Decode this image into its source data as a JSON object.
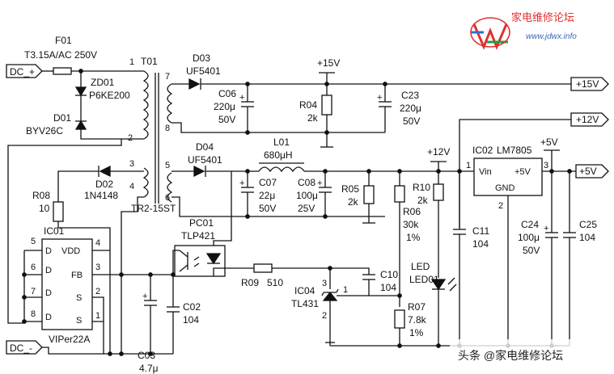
{
  "watermark": {
    "site_name": "家电维修论坛",
    "site_url": "www.jdwx.info",
    "bottom_credit": "头条 @家电维修论坛"
  },
  "terminals": {
    "dc_plus": "DC_+",
    "dc_minus": "DC_-",
    "out_15v": "+15V",
    "out_12v": "+12V",
    "out_5v": "+5V"
  },
  "rails": {
    "v15": "+15V",
    "v12": "+12V",
    "v5": "+5V"
  },
  "components": {
    "f01": {
      "ref": "F01",
      "value": "T3.15A/AC 250V"
    },
    "zd01": {
      "ref": "ZD01",
      "value": "P6KE200"
    },
    "d01": {
      "ref": "D01",
      "value": "BYV26C"
    },
    "t01": {
      "ref": "T01",
      "value": "TR2-15ST"
    },
    "d03": {
      "ref": "D03",
      "value": "UF5401"
    },
    "d04": {
      "ref": "D04",
      "value": "UF5401"
    },
    "d02": {
      "ref": "D02",
      "value": "1N4148"
    },
    "c06": {
      "ref": "C06",
      "value1": "220μ",
      "value2": "50V"
    },
    "r04": {
      "ref": "R04",
      "value": "2k"
    },
    "c23": {
      "ref": "C23",
      "value1": "220μ",
      "value2": "50V"
    },
    "l01": {
      "ref": "L01",
      "value": "680μH"
    },
    "c07": {
      "ref": "C07",
      "value1": "22μ",
      "value2": "50V"
    },
    "c08": {
      "ref": "C08",
      "value1": "100μ",
      "value2": "25V"
    },
    "r05": {
      "ref": "R05",
      "value": "2k"
    },
    "r10": {
      "ref": "R10",
      "value": "2k"
    },
    "r06": {
      "ref": "R06",
      "value1": "30k",
      "value2": "1%"
    },
    "r07": {
      "ref": "R07",
      "value1": "7.8k",
      "value2": "1%"
    },
    "r08": {
      "ref": "R08",
      "value": "10"
    },
    "r09": {
      "ref": "R09",
      "value": "510"
    },
    "ic01": {
      "ref": "IC01",
      "part": "VIPer22A"
    },
    "pc01": {
      "ref": "PC01",
      "part": "TLP421"
    },
    "ic02": {
      "ref": "IC02",
      "part": "LM7805"
    },
    "ic04": {
      "ref": "IC04",
      "part": "TL431"
    },
    "c02": {
      "ref": "C02",
      "value": "104"
    },
    "c03": {
      "ref": "C03",
      "value": "4.7μ"
    },
    "c10": {
      "ref": "C10",
      "value": "104"
    },
    "c11": {
      "ref": "C11",
      "value": "104"
    },
    "c24": {
      "ref": "C24",
      "value1": "100μ",
      "value2": "50V"
    },
    "c25": {
      "ref": "C25",
      "value": "104"
    },
    "led01": {
      "ref": "LED",
      "value": "LED01"
    }
  },
  "pins": {
    "ic01": {
      "d": "D",
      "vdd": "VDD",
      "fb": "FB",
      "s": "S",
      "p1": "1",
      "p2": "2",
      "p3": "3",
      "p4": "4",
      "p5": "5",
      "p6": "6",
      "p7": "7",
      "p8": "8"
    },
    "ic02": {
      "vin": "Vin",
      "out": "+5V",
      "gnd": "GND",
      "p1": "1",
      "p2": "2",
      "p3": "3"
    },
    "t01": {
      "p1": "1",
      "p2": "2",
      "p3": "3",
      "p4": "4",
      "p5": "5",
      "p6": "6",
      "p7": "7",
      "p8": "8"
    },
    "ic04": {
      "p1": "1",
      "p2": "2",
      "p3": "3"
    }
  },
  "colors": {
    "ink": "#111111",
    "watermark_red": "#e03030",
    "watermark_blue": "#3a63b8"
  }
}
